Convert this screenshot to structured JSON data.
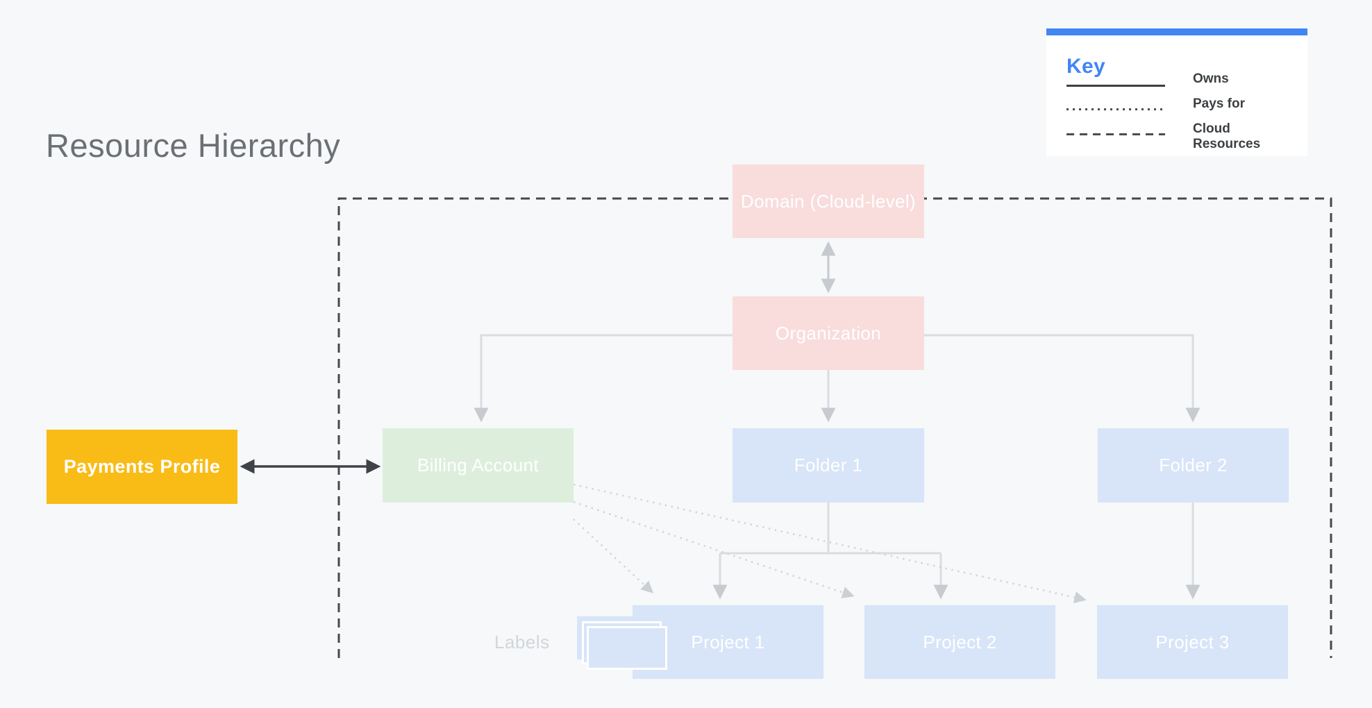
{
  "title": "Resource Hierarchy",
  "legend": {
    "title": "Key",
    "items": [
      {
        "style": "solid",
        "label": "Owns"
      },
      {
        "style": "dotted",
        "label": "Pays for"
      },
      {
        "style": "dashed",
        "label": "Cloud Resources"
      }
    ]
  },
  "nodes": {
    "domain": {
      "label": "Domain (Cloud-level)",
      "color": "#f9dcdc"
    },
    "organization": {
      "label": "Organization",
      "color": "#f9dcdc"
    },
    "payments_profile": {
      "label": "Payments Profile",
      "color": "#f9bb16"
    },
    "billing_account": {
      "label": "Billing Account",
      "color": "#ddeedd"
    },
    "folder1": {
      "label": "Folder 1",
      "color": "#d8e4f8"
    },
    "folder2": {
      "label": "Folder 2",
      "color": "#d8e4f8"
    },
    "project1": {
      "label": "Project 1",
      "color": "#d8e4f8"
    },
    "project2": {
      "label": "Project 2",
      "color": "#d8e4f8"
    },
    "project3": {
      "label": "Project 3",
      "color": "#d8e4f8"
    }
  },
  "annotations": {
    "labels_caption": "Labels",
    "labels_icon": "stacked-cards-icon"
  },
  "edges": [
    {
      "from": "domain",
      "to": "organization",
      "type": "owns",
      "bidirectional": true
    },
    {
      "from": "organization",
      "to": "billing_account",
      "type": "owns"
    },
    {
      "from": "organization",
      "to": "folder1",
      "type": "owns"
    },
    {
      "from": "organization",
      "to": "folder2",
      "type": "owns"
    },
    {
      "from": "folder1",
      "to": "project1",
      "type": "owns"
    },
    {
      "from": "folder1",
      "to": "project2",
      "type": "owns"
    },
    {
      "from": "folder2",
      "to": "project3",
      "type": "owns"
    },
    {
      "from": "payments_profile",
      "to": "billing_account",
      "type": "owns",
      "bidirectional": true
    },
    {
      "from": "billing_account",
      "to": "project1",
      "type": "pays_for"
    },
    {
      "from": "billing_account",
      "to": "project2",
      "type": "pays_for"
    },
    {
      "from": "billing_account",
      "to": "project3",
      "type": "pays_for"
    }
  ],
  "cloud_resources_boundary": [
    "domain",
    "organization",
    "billing_account",
    "folder1",
    "folder2",
    "project1",
    "project2",
    "project3"
  ],
  "colors": {
    "accent_blue": "#4285f4",
    "org_pink": "#f9dcdc",
    "billing_green": "#ddeedd",
    "resource_blue": "#d8e4f8",
    "payments_yellow": "#f9bb16",
    "background": "#f6f8f9",
    "dark_line": "#45494d",
    "light_line": "#dadce0"
  }
}
